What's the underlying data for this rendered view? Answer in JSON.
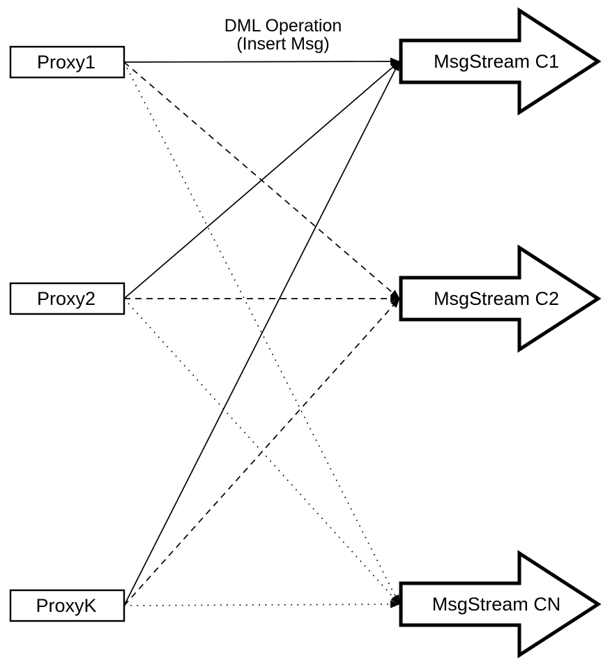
{
  "diagram": {
    "background_color": "#ffffff",
    "stroke_color": "#000000",
    "fill_color": "#ffffff",
    "annotation": {
      "line1": "DML Operation",
      "line2": "(Insert Msg)"
    },
    "proxies": [
      {
        "id": "Proxy1",
        "label": "Proxy1"
      },
      {
        "id": "Proxy2",
        "label": "Proxy2"
      },
      {
        "id": "ProxyK",
        "label": "ProxyK"
      }
    ],
    "streams": [
      {
        "id": "C1",
        "label": "MsgStream C1"
      },
      {
        "id": "C2",
        "label": "MsgStream C2"
      },
      {
        "id": "CN",
        "label": "MsgStream CN"
      }
    ],
    "edges": [
      {
        "from": "Proxy1",
        "to": "C1",
        "style": "solid"
      },
      {
        "from": "Proxy1",
        "to": "C2",
        "style": "dashed"
      },
      {
        "from": "Proxy1",
        "to": "CN",
        "style": "dotted"
      },
      {
        "from": "Proxy2",
        "to": "C1",
        "style": "solid"
      },
      {
        "from": "Proxy2",
        "to": "C2",
        "style": "dashed"
      },
      {
        "from": "Proxy2",
        "to": "CN",
        "style": "dotted"
      },
      {
        "from": "ProxyK",
        "to": "C1",
        "style": "solid"
      },
      {
        "from": "ProxyK",
        "to": "C2",
        "style": "dashed"
      },
      {
        "from": "ProxyK",
        "to": "CN",
        "style": "dotted"
      }
    ]
  }
}
